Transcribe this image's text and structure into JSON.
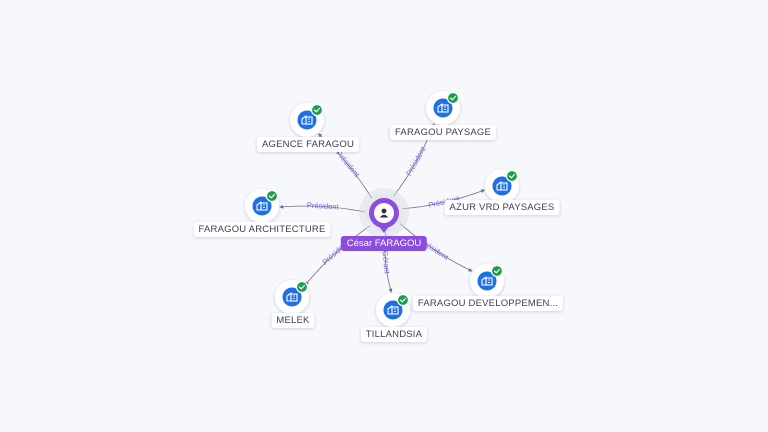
{
  "person": {
    "name": "César FARAGOU",
    "icon": "person-icon",
    "color": "#8a4de0"
  },
  "colors": {
    "company": "#1f6fe6",
    "check": "#1a9e4a",
    "edge": "#6b6f86",
    "edge_label": "#7a5cd6"
  },
  "companies": [
    {
      "id": "agence-faragou",
      "name": "AGENCE FARAGOU",
      "role": "Président"
    },
    {
      "id": "faragou-paysage",
      "name": "FARAGOU PAYSAGE",
      "role": "Président"
    },
    {
      "id": "azur-vrd-paysages",
      "name": "AZUR VRD PAYSAGES",
      "role": "Président"
    },
    {
      "id": "faragou-architecture",
      "name": "FARAGOU ARCHITECTURE",
      "role": "Président"
    },
    {
      "id": "faragou-developpement",
      "name": "FARAGOU DEVELOPPEMEN...",
      "role": "Président"
    },
    {
      "id": "melek",
      "name": "MELEK",
      "role": "Président"
    },
    {
      "id": "tillandsia",
      "name": "TILLANDSIA",
      "role": "Gérant"
    }
  ]
}
